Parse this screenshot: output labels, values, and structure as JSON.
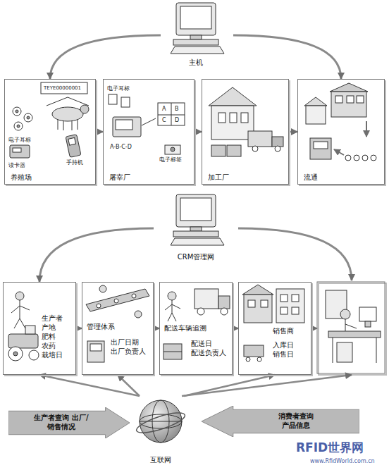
{
  "diagram": {
    "nodes": [
      {
        "text": [
          "主机"
        ]
      },
      {
        "text": [
          "养殖场"
        ]
      },
      {
        "text": [
          "屠宰厂"
        ]
      },
      {
        "text": [
          "加工厂"
        ]
      },
      {
        "text": [
          "流通"
        ]
      },
      {
        "text": [
          "CRM管理网"
        ]
      },
      {
        "text": [
          "生产者 产地 肥料 农药 栽培日"
        ]
      },
      {
        "text": [
          "管理体系",
          "出厂日期 出厂负责人"
        ]
      },
      {
        "text": [
          "配送车辆追溯",
          "配送日 配送负责人"
        ]
      },
      {
        "text": [
          "销售商",
          "入库日 销售日"
        ]
      },
      {
        "text": [
          "互联网"
        ]
      },
      {
        "text": [
          "生产者查询 出厂/销售情况"
        ]
      },
      {
        "text": [
          "消费者查询 产品信息"
        ]
      }
    ],
    "edges": [
      {
        "from": 0,
        "to": 1,
        "arrow": "to"
      },
      {
        "from": 0,
        "to": 4,
        "arrow": "to"
      },
      {
        "from": 1,
        "to": 2,
        "arrow": "to"
      },
      {
        "from": 2,
        "to": 3,
        "arrow": "to"
      },
      {
        "from": 3,
        "to": 4,
        "arrow": "to"
      },
      {
        "from": 5,
        "to": 6,
        "arrow": "to"
      },
      {
        "from": 6,
        "to": 7,
        "arrow": "to"
      },
      {
        "from": 7,
        "to": 8,
        "arrow": "to"
      },
      {
        "from": 8,
        "to": 9,
        "arrow": "to"
      },
      {
        "from": 10,
        "to": 6,
        "arrow": "to"
      },
      {
        "from": 10,
        "to": 7,
        "arrow": "to"
      },
      {
        "from": 10,
        "to": 9,
        "arrow": "to"
      }
    ],
    "labels": [
      "TEYE00000001",
      "电子耳标",
      "读卡器",
      "手持机",
      "电子耳标",
      "A",
      "B",
      "C",
      "D",
      "A-B-C-D",
      "电子标签",
      "RFID世界网",
      "www.RfidWorld.com.cn"
    ]
  }
}
